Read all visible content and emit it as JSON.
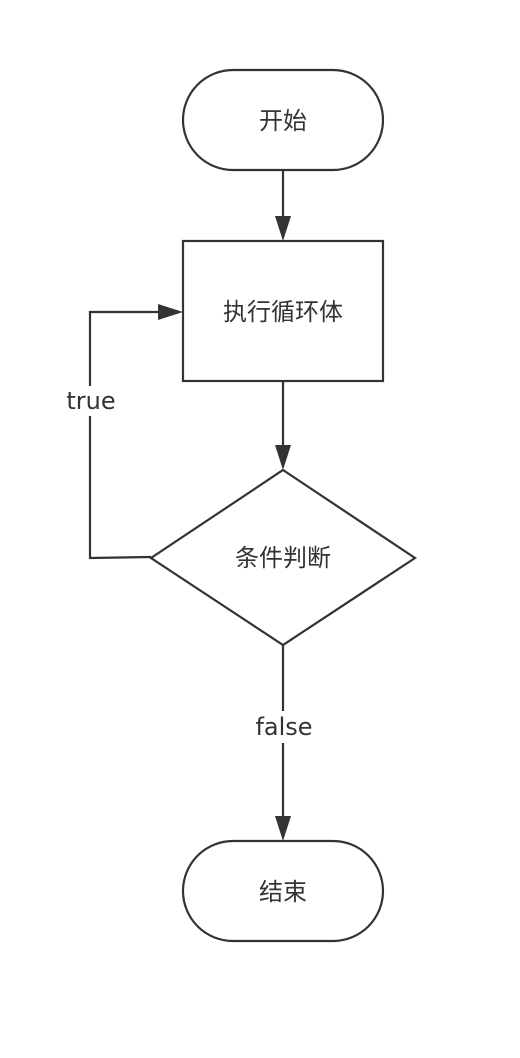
{
  "nodes": {
    "start": {
      "label": "开始",
      "shape": "terminator"
    },
    "body": {
      "label": "执行循环体",
      "shape": "process"
    },
    "condition": {
      "label": "条件判断",
      "shape": "decision"
    },
    "end": {
      "label": "结束",
      "shape": "terminator"
    }
  },
  "edges": {
    "start_to_body": {
      "from": "start",
      "to": "body",
      "label": ""
    },
    "body_to_condition": {
      "from": "body",
      "to": "condition",
      "label": ""
    },
    "condition_true": {
      "from": "condition",
      "to": "body",
      "label": "true"
    },
    "condition_false": {
      "from": "condition",
      "to": "end",
      "label": "false"
    }
  },
  "colors": {
    "stroke": "#333333",
    "background": "#ffffff"
  }
}
